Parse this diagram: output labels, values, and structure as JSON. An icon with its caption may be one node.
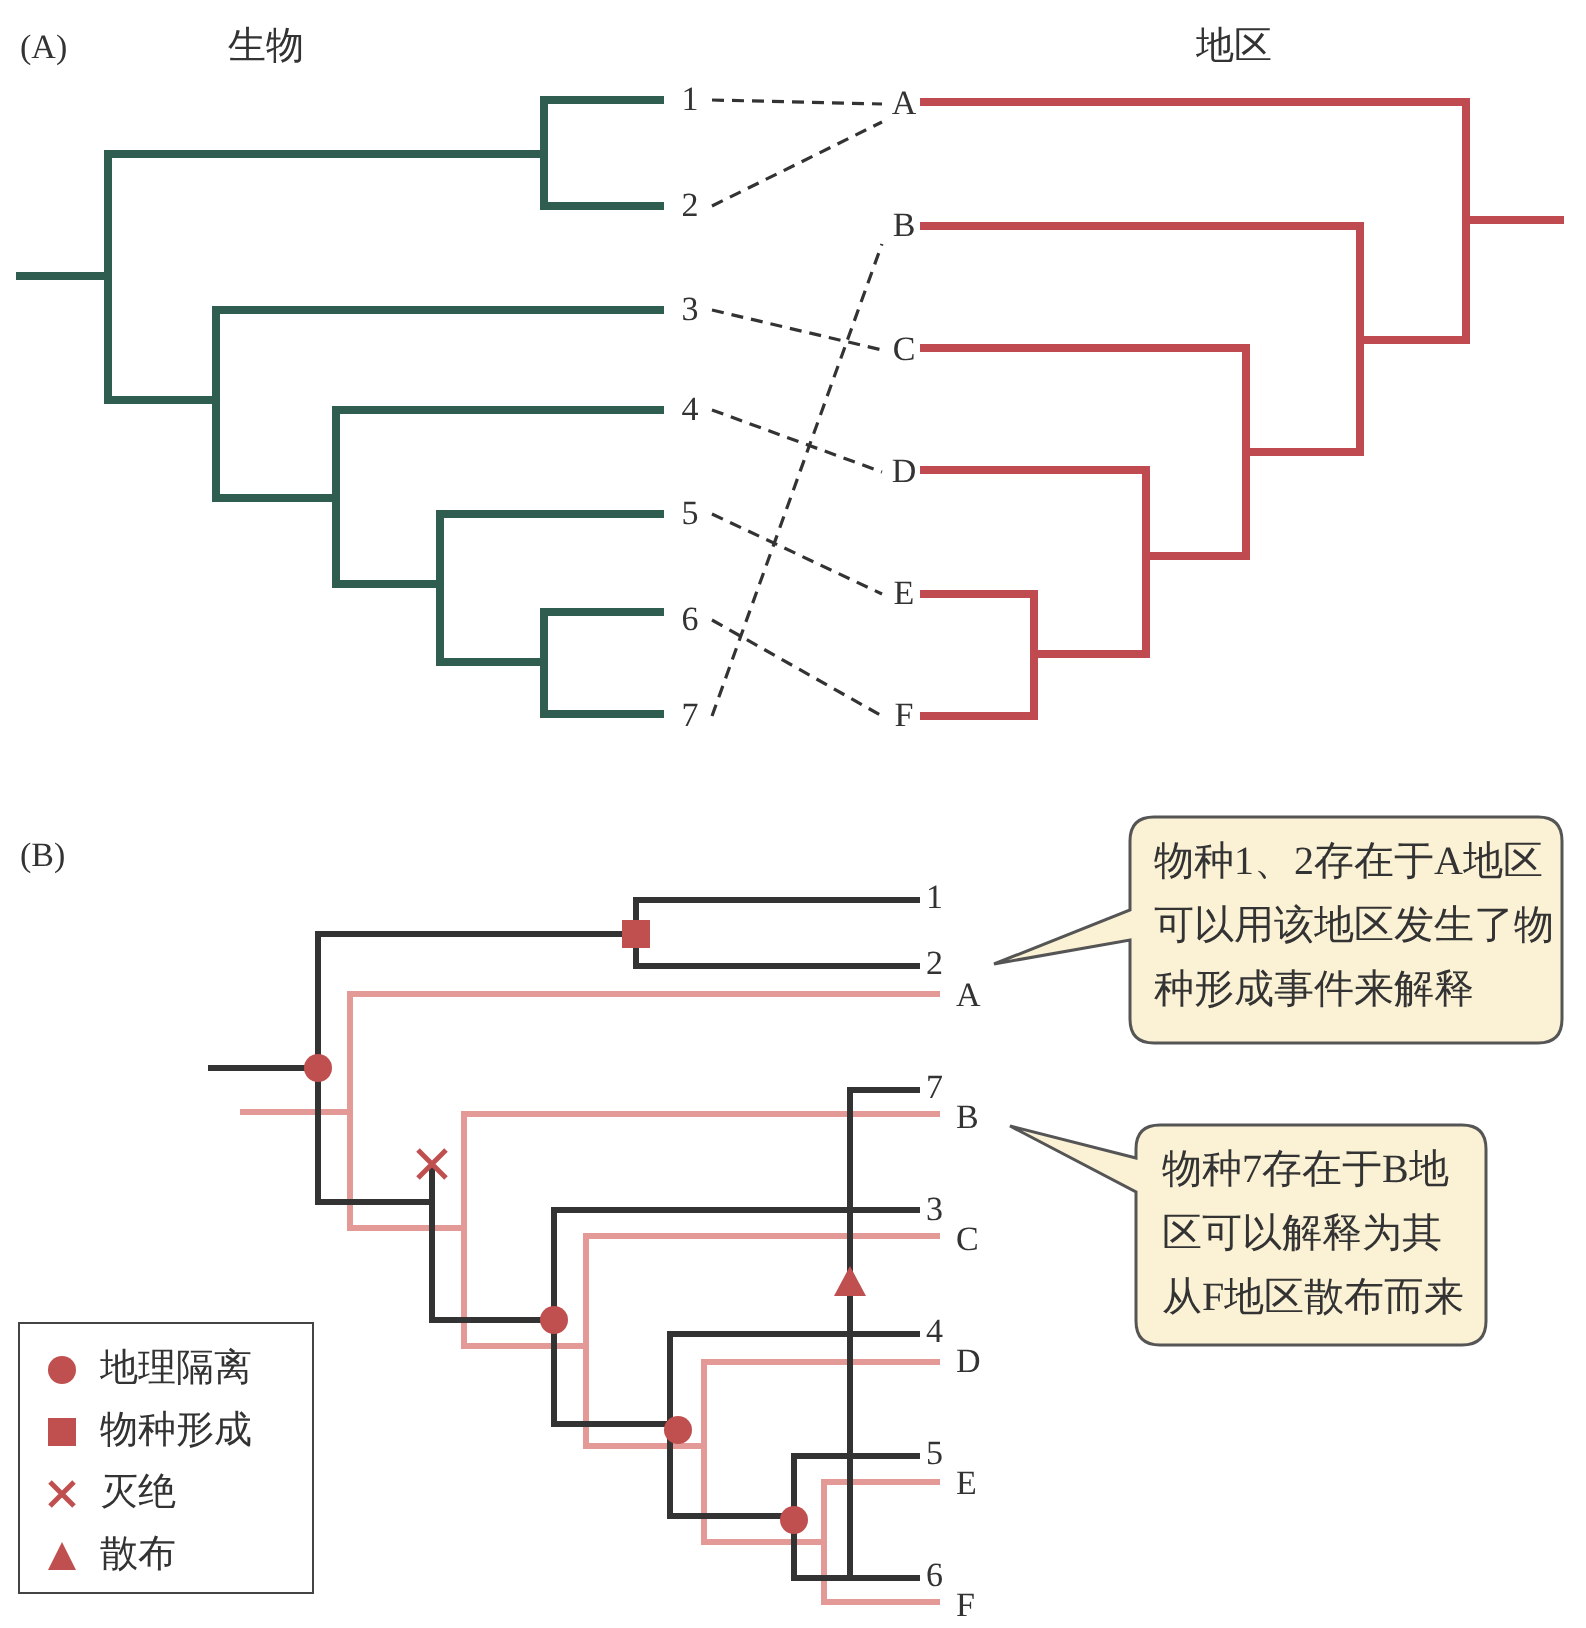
{
  "diagram": {
    "nodes": [
      {
        "text": [
          "1"
        ]
      },
      {
        "text": [
          "2"
        ]
      },
      {
        "text": [
          "3"
        ]
      },
      {
        "text": [
          "4"
        ]
      },
      {
        "text": [
          "5"
        ]
      },
      {
        "text": [
          "6"
        ]
      },
      {
        "text": [
          "7"
        ]
      },
      {
        "text": [
          "A"
        ]
      },
      {
        "text": [
          "B"
        ]
      },
      {
        "text": [
          "C"
        ]
      },
      {
        "text": [
          "D"
        ]
      },
      {
        "text": [
          "E"
        ]
      },
      {
        "text": [
          "F"
        ]
      },
      {
        "text": [
          "物种1、2存在于A地区可以用该地区发生了物种形成事件来解释"
        ]
      },
      {
        "text": [
          "物种7存在于B地区可以解释为其从F地区散布而来"
        ]
      }
    ],
    "edges": [
      {
        "from": 0,
        "to": 7,
        "arrow": "none",
        "style": "dashed"
      },
      {
        "from": 1,
        "to": 7,
        "arrow": "none",
        "style": "dashed"
      },
      {
        "from": 6,
        "to": 8,
        "arrow": "none",
        "style": "dashed"
      },
      {
        "from": 2,
        "to": 9,
        "arrow": "none",
        "style": "dashed"
      },
      {
        "from": 3,
        "to": 10,
        "arrow": "none",
        "style": "dashed"
      },
      {
        "from": 4,
        "to": 11,
        "arrow": "none",
        "style": "dashed"
      },
      {
        "from": 5,
        "to": 12,
        "arrow": "none",
        "style": "dashed"
      }
    ],
    "labels": [
      "(A)",
      "生物",
      "地区",
      "(B)",
      "1",
      "2",
      "A",
      "7",
      "B",
      "3",
      "C",
      "4",
      "D",
      "5",
      "E",
      "6",
      "F"
    ],
    "legend": [
      {
        "text": "地理隔离"
      },
      {
        "text": "物种形成"
      },
      {
        "text": "灭绝"
      },
      {
        "text": "散布"
      }
    ]
  }
}
